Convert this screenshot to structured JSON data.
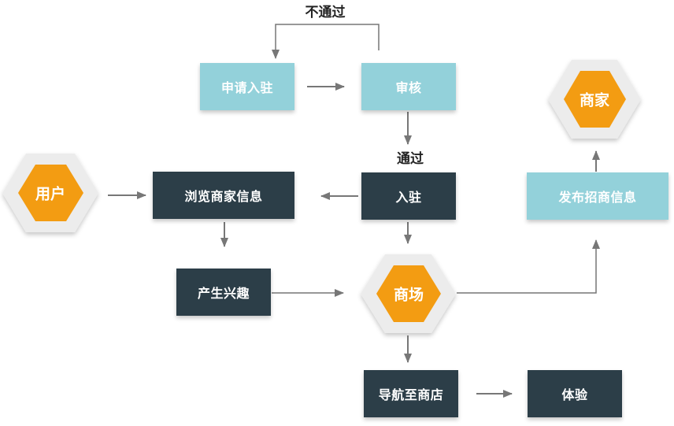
{
  "colors": {
    "light_box": "#93d1da",
    "dark_box": "#2c3e48",
    "hex_fill": "#f39c12",
    "hex_border": "#ececec",
    "arrow": "#777777"
  },
  "nodes": {
    "apply_join": "申请入驻",
    "review": "审核",
    "join": "入驻",
    "browse_merchant_info": "浏览商家信息",
    "interest": "产生兴趣",
    "navigate_to_store": "导航至商店",
    "experience": "体验",
    "publish_recruitment_info": "发布招商信息",
    "user": "用户",
    "mall": "商场",
    "merchant": "商家"
  },
  "edge_labels": {
    "not_passed": "不通过",
    "passed": "通过"
  }
}
